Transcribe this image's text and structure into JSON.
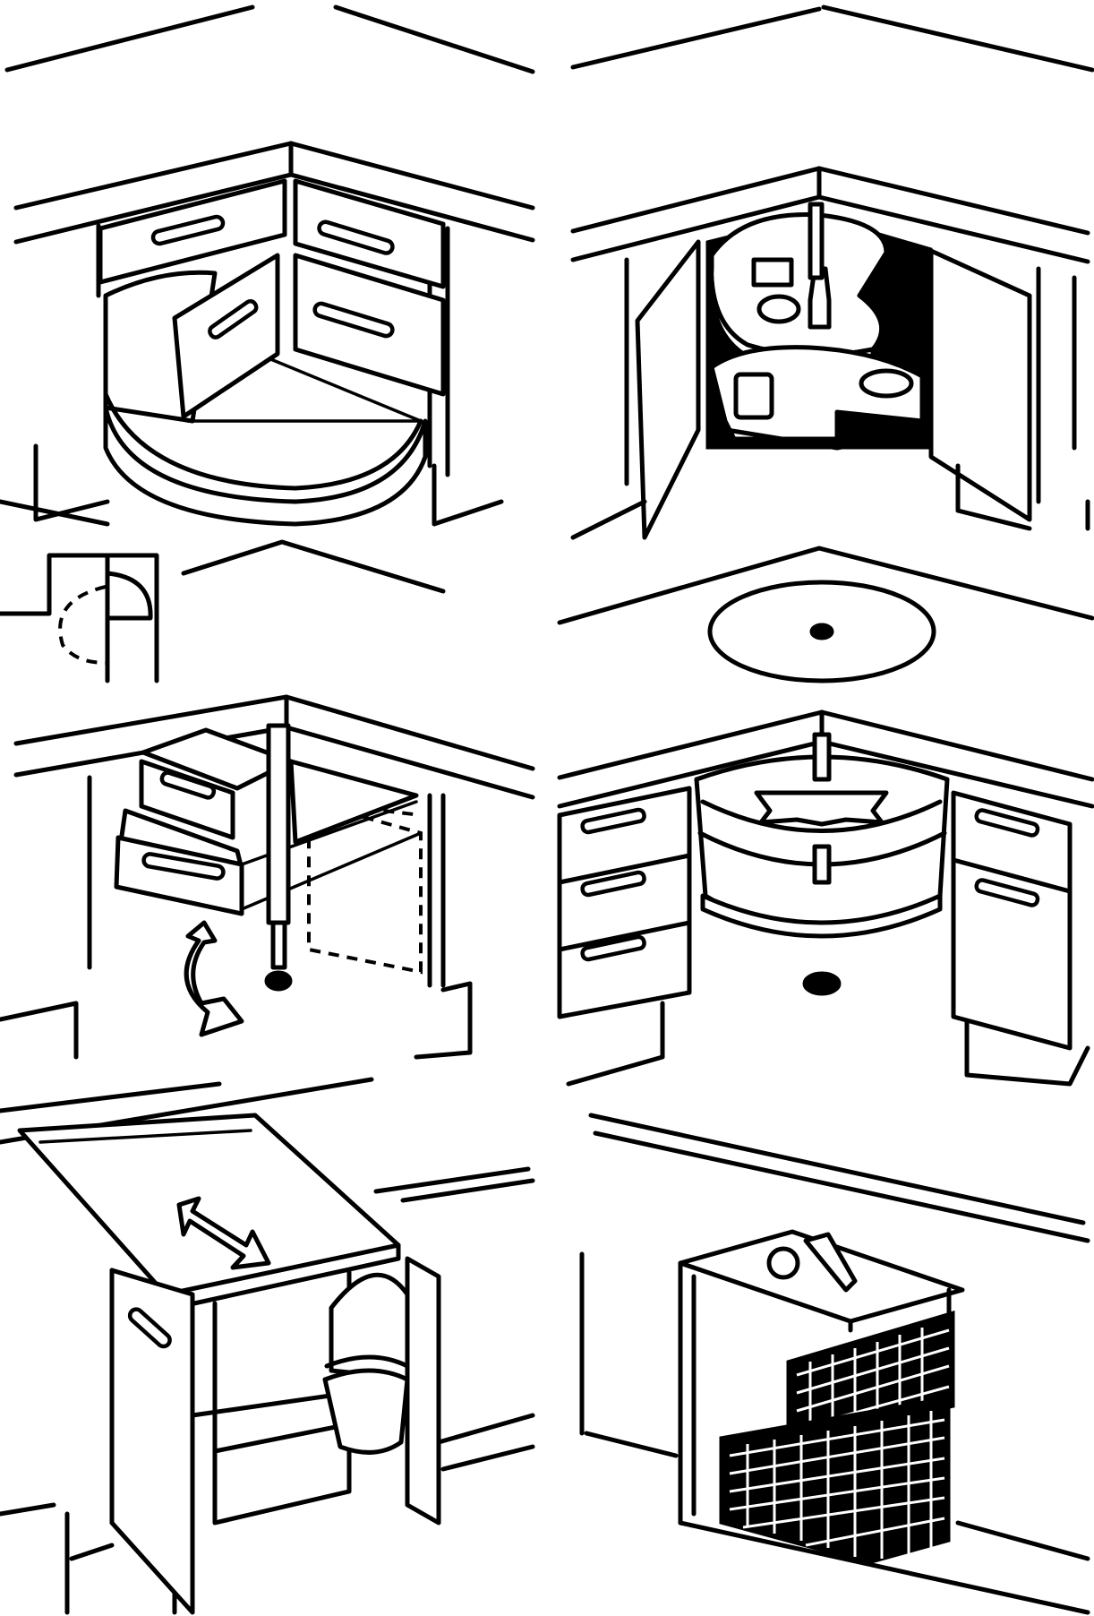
{
  "title": "",
  "panels": [
    {
      "id": "panel-corner-pull-out-drawers",
      "icon": "quarter-round-drawer-icon"
    },
    {
      "id": "panel-carousel-shelves",
      "icon": "kidney-carousel-icon"
    },
    {
      "id": "panel-swing-out-drawers",
      "icon": "swing-arrow-icon"
    },
    {
      "id": "panel-lazy-susan",
      "icon": "rotate-arrow-icon"
    },
    {
      "id": "panel-slide-out-worktop",
      "icon": "double-arrow-icon"
    },
    {
      "id": "panel-pull-out-baskets",
      "icon": "wire-basket-icon"
    }
  ],
  "colors": {
    "ink": "#000000",
    "paper": "#ffffff"
  }
}
